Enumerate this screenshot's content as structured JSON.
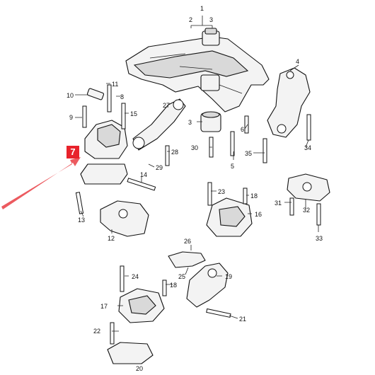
{
  "diagram": {
    "highlight": {
      "label": "7",
      "color": "#e8232b"
    },
    "callouts": [
      "1",
      "2",
      "3",
      "3",
      "4",
      "5",
      "6",
      "8",
      "9",
      "10",
      "11",
      "12",
      "13",
      "14",
      "15",
      "16",
      "17",
      "18",
      "18",
      "19",
      "20",
      "21",
      "22",
      "23",
      "24",
      "25",
      "26",
      "27",
      "28",
      "29",
      "30",
      "31",
      "32",
      "33",
      "34",
      "35"
    ]
  }
}
